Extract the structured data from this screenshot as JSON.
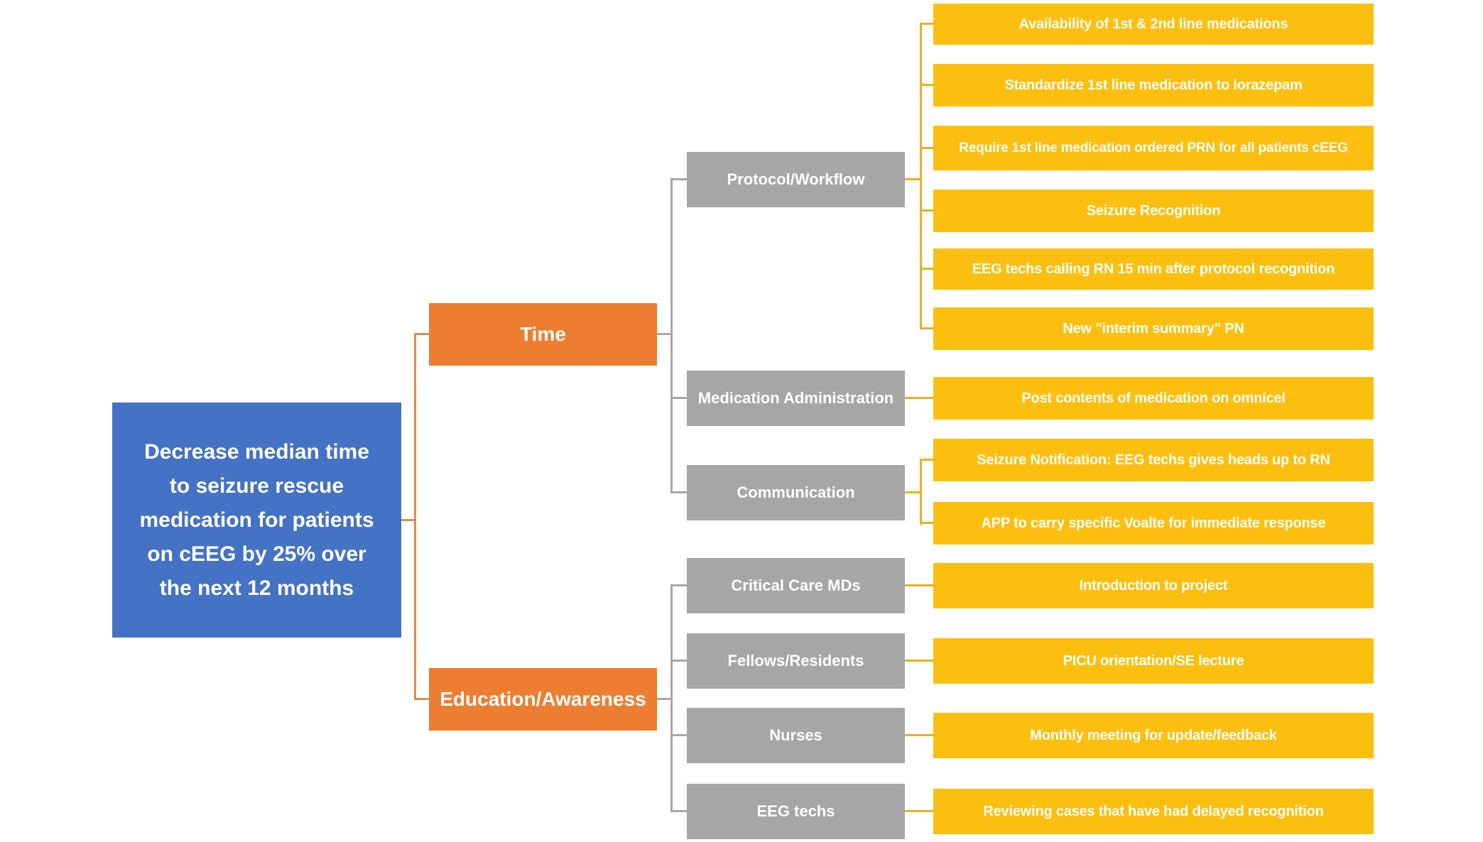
{
  "diagram_type": "driver-diagram",
  "colors": {
    "goal_blue": "#4472C4",
    "driver_orange": "#ED7D31",
    "subdriver_gray": "#A6A6A6",
    "intervention_gold": "#FCBF0F",
    "connector_orange": "#E08C4E",
    "connector_gray": "#A6A6A6",
    "connector_gold": "#EAB020",
    "background": "#FFFFFF"
  },
  "goal": {
    "label": "Decrease median time to seizure rescue medication for patients on cEEG by 25% over the next 12 months",
    "lines": [
      "Decrease median time",
      "to seizure rescue",
      "medication for patients",
      "on cEEG by 25% over",
      "the next 12 months"
    ]
  },
  "primary_drivers": [
    {
      "label": "Time"
    },
    {
      "label": "Education/Awareness"
    }
  ],
  "secondary_drivers": [
    {
      "label": "Protocol/Workflow",
      "parent": "Time"
    },
    {
      "label": "Medication Administration",
      "parent": "Time"
    },
    {
      "label": "Communication",
      "parent": "Time"
    },
    {
      "label": "Critical Care MDs",
      "parent": "Education/Awareness"
    },
    {
      "label": "Fellows/Residents",
      "parent": "Education/Awareness"
    },
    {
      "label": "Nurses",
      "parent": "Education/Awareness"
    },
    {
      "label": "EEG techs",
      "parent": "Education/Awareness"
    }
  ],
  "interventions": [
    {
      "label": "Availability of 1st & 2nd line medications",
      "parent": "Protocol/Workflow"
    },
    {
      "label": "Standardize 1st line medication to lorazepam",
      "parent": "Protocol/Workflow"
    },
    {
      "label": "Require 1st line medication ordered PRN for all patients cEEG",
      "parent": "Protocol/Workflow"
    },
    {
      "label": "Seizure Recognition",
      "parent": "Protocol/Workflow"
    },
    {
      "label": "EEG techs calling RN 15 min after protocol recognition",
      "parent": "Protocol/Workflow"
    },
    {
      "label": "New \"interim summary\" PN",
      "parent": "Protocol/Workflow"
    },
    {
      "label": "Post contents of medication on omnicel",
      "parent": "Medication Administration"
    },
    {
      "label": "Seizure Notification: EEG techs gives heads up to RN",
      "parent": "Communication"
    },
    {
      "label": "APP to carry specific Voalte for immediate response",
      "parent": "Communication"
    },
    {
      "label": "Introduction to project",
      "parent": "Critical Care MDs"
    },
    {
      "label": "PICU orientation/SE lecture",
      "parent": "Fellows/Residents"
    },
    {
      "label": "Monthly meeting for update/feedback",
      "parent": "Nurses"
    },
    {
      "label": "Reviewing cases that have had delayed recognition",
      "parent": "EEG techs"
    }
  ]
}
